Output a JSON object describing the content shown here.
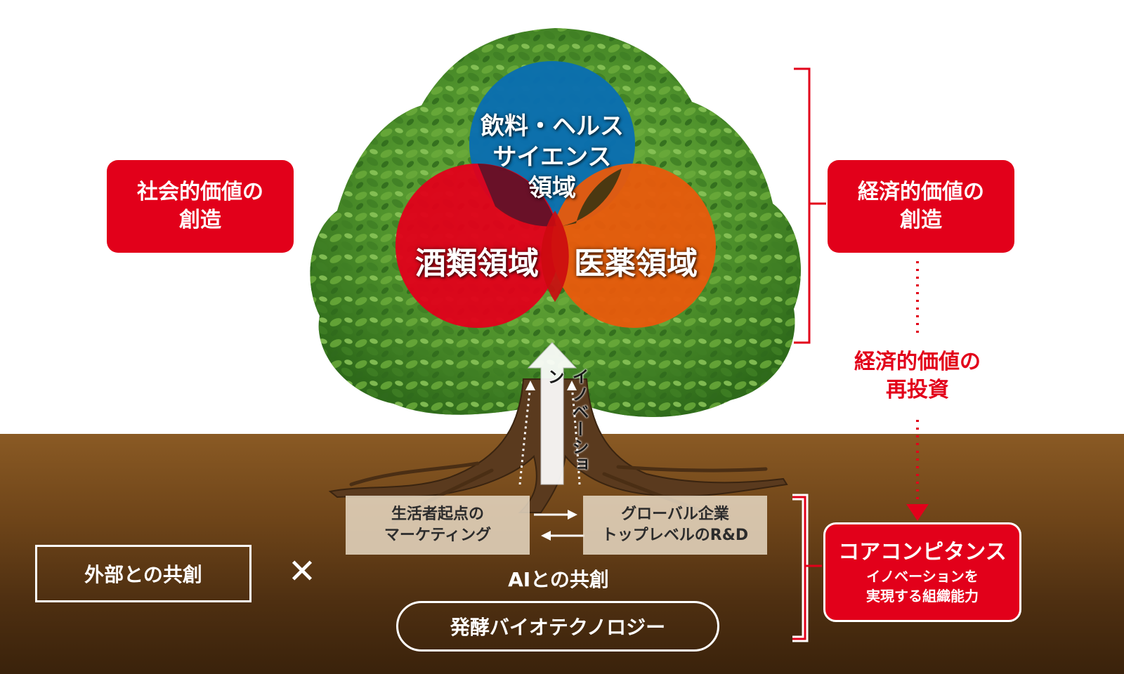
{
  "colors": {
    "red": "#e2001a",
    "blue": "#0a6eb0",
    "orange": "#e85a0c",
    "foliage": "#4a8c2a",
    "soil": "#6f4519"
  },
  "left_box": {
    "line1": "社会的価値の",
    "line2": "創造"
  },
  "right_box": {
    "line1": "経済的価値の",
    "line2": "創造"
  },
  "reinvest": {
    "line1": "経済的価値の",
    "line2": "再投資"
  },
  "circles": {
    "blue": {
      "line1": "飲料・ヘルス",
      "line2": "サイエンス",
      "line3": "領域"
    },
    "red": {
      "label": "酒類領域"
    },
    "orange": {
      "label": "医薬領域"
    }
  },
  "innovation_label": "イノベーション",
  "roots": {
    "marketing": {
      "line1": "生活者起点の",
      "line2": "マーケティング"
    },
    "rnd": {
      "line1": "グローバル企業",
      "line2": "トップレベルのR&D"
    }
  },
  "external": "外部との共創",
  "times_symbol": "✕",
  "ai": "AIとの共創",
  "biotech": "発酵バイオテクノロジー",
  "core": {
    "title": "コアコンピタンス",
    "line1": "イノベーションを",
    "line2": "実現する組織能力"
  },
  "icons": [
    "arrow-right-icon",
    "arrow-left-icon",
    "times-icon",
    "innovation-arrow-icon"
  ]
}
